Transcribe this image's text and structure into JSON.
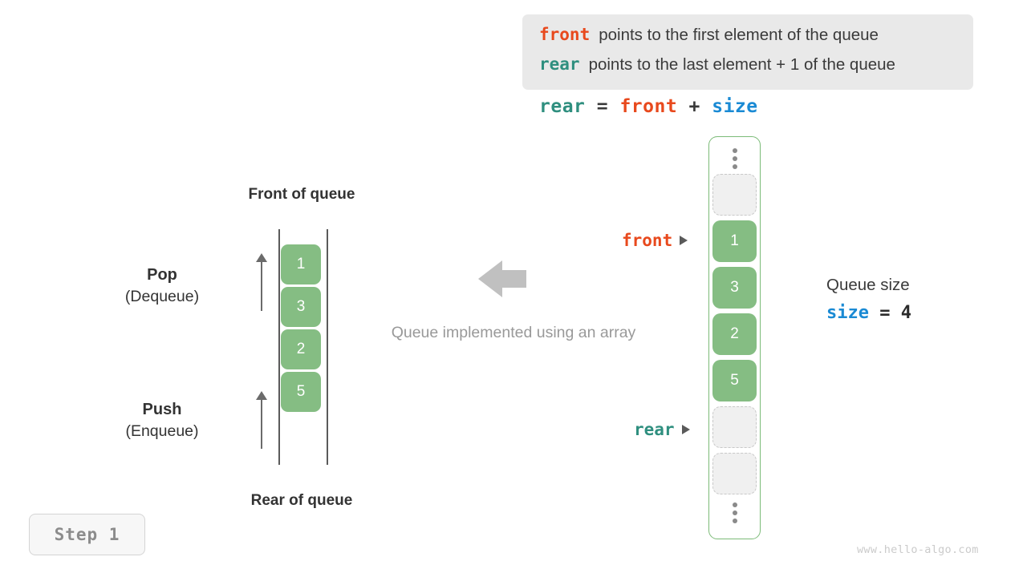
{
  "legend": {
    "rows": [
      {
        "keyword": "front",
        "keyword_color": "#e8491d",
        "text": "points to the first element of the queue"
      },
      {
        "keyword": "rear",
        "keyword_color": "#2f8f7f",
        "text": "points to the last element + 1 of the queue"
      }
    ],
    "background": "#e9e9e9"
  },
  "formula": {
    "lhs": "rear",
    "eq": "=",
    "rhs1": "front",
    "plus": "+",
    "rhs2": "size"
  },
  "left_diagram": {
    "header_top": "Front of queue",
    "header_bottom": "Rear of queue",
    "cells": [
      "1",
      "3",
      "2",
      "5"
    ],
    "pop": {
      "name": "Pop",
      "sub": "(Dequeue)"
    },
    "push": {
      "name": "Push",
      "sub": "(Enqueue)"
    },
    "cell_color": "#85bd83"
  },
  "center": {
    "caption": "Queue implemented using an array",
    "arrow_direction": "left",
    "arrow_color": "#c0c0c0"
  },
  "array": {
    "border_color": "#7cbb78",
    "slots": [
      {
        "kind": "ellipsis",
        "value": ""
      },
      {
        "kind": "empty",
        "value": ""
      },
      {
        "kind": "filled",
        "value": "1"
      },
      {
        "kind": "filled",
        "value": "3"
      },
      {
        "kind": "filled",
        "value": "2"
      },
      {
        "kind": "filled",
        "value": "5"
      },
      {
        "kind": "empty",
        "value": ""
      },
      {
        "kind": "empty",
        "value": ""
      },
      {
        "kind": "ellipsis",
        "value": ""
      }
    ]
  },
  "pointers": {
    "front": "front",
    "rear": "rear"
  },
  "size_info": {
    "title": "Queue size",
    "var": "size",
    "eq": "=",
    "value": "4"
  },
  "step_badge": {
    "label": "Step 1"
  },
  "watermark": {
    "text": "www.hello-algo.com"
  }
}
